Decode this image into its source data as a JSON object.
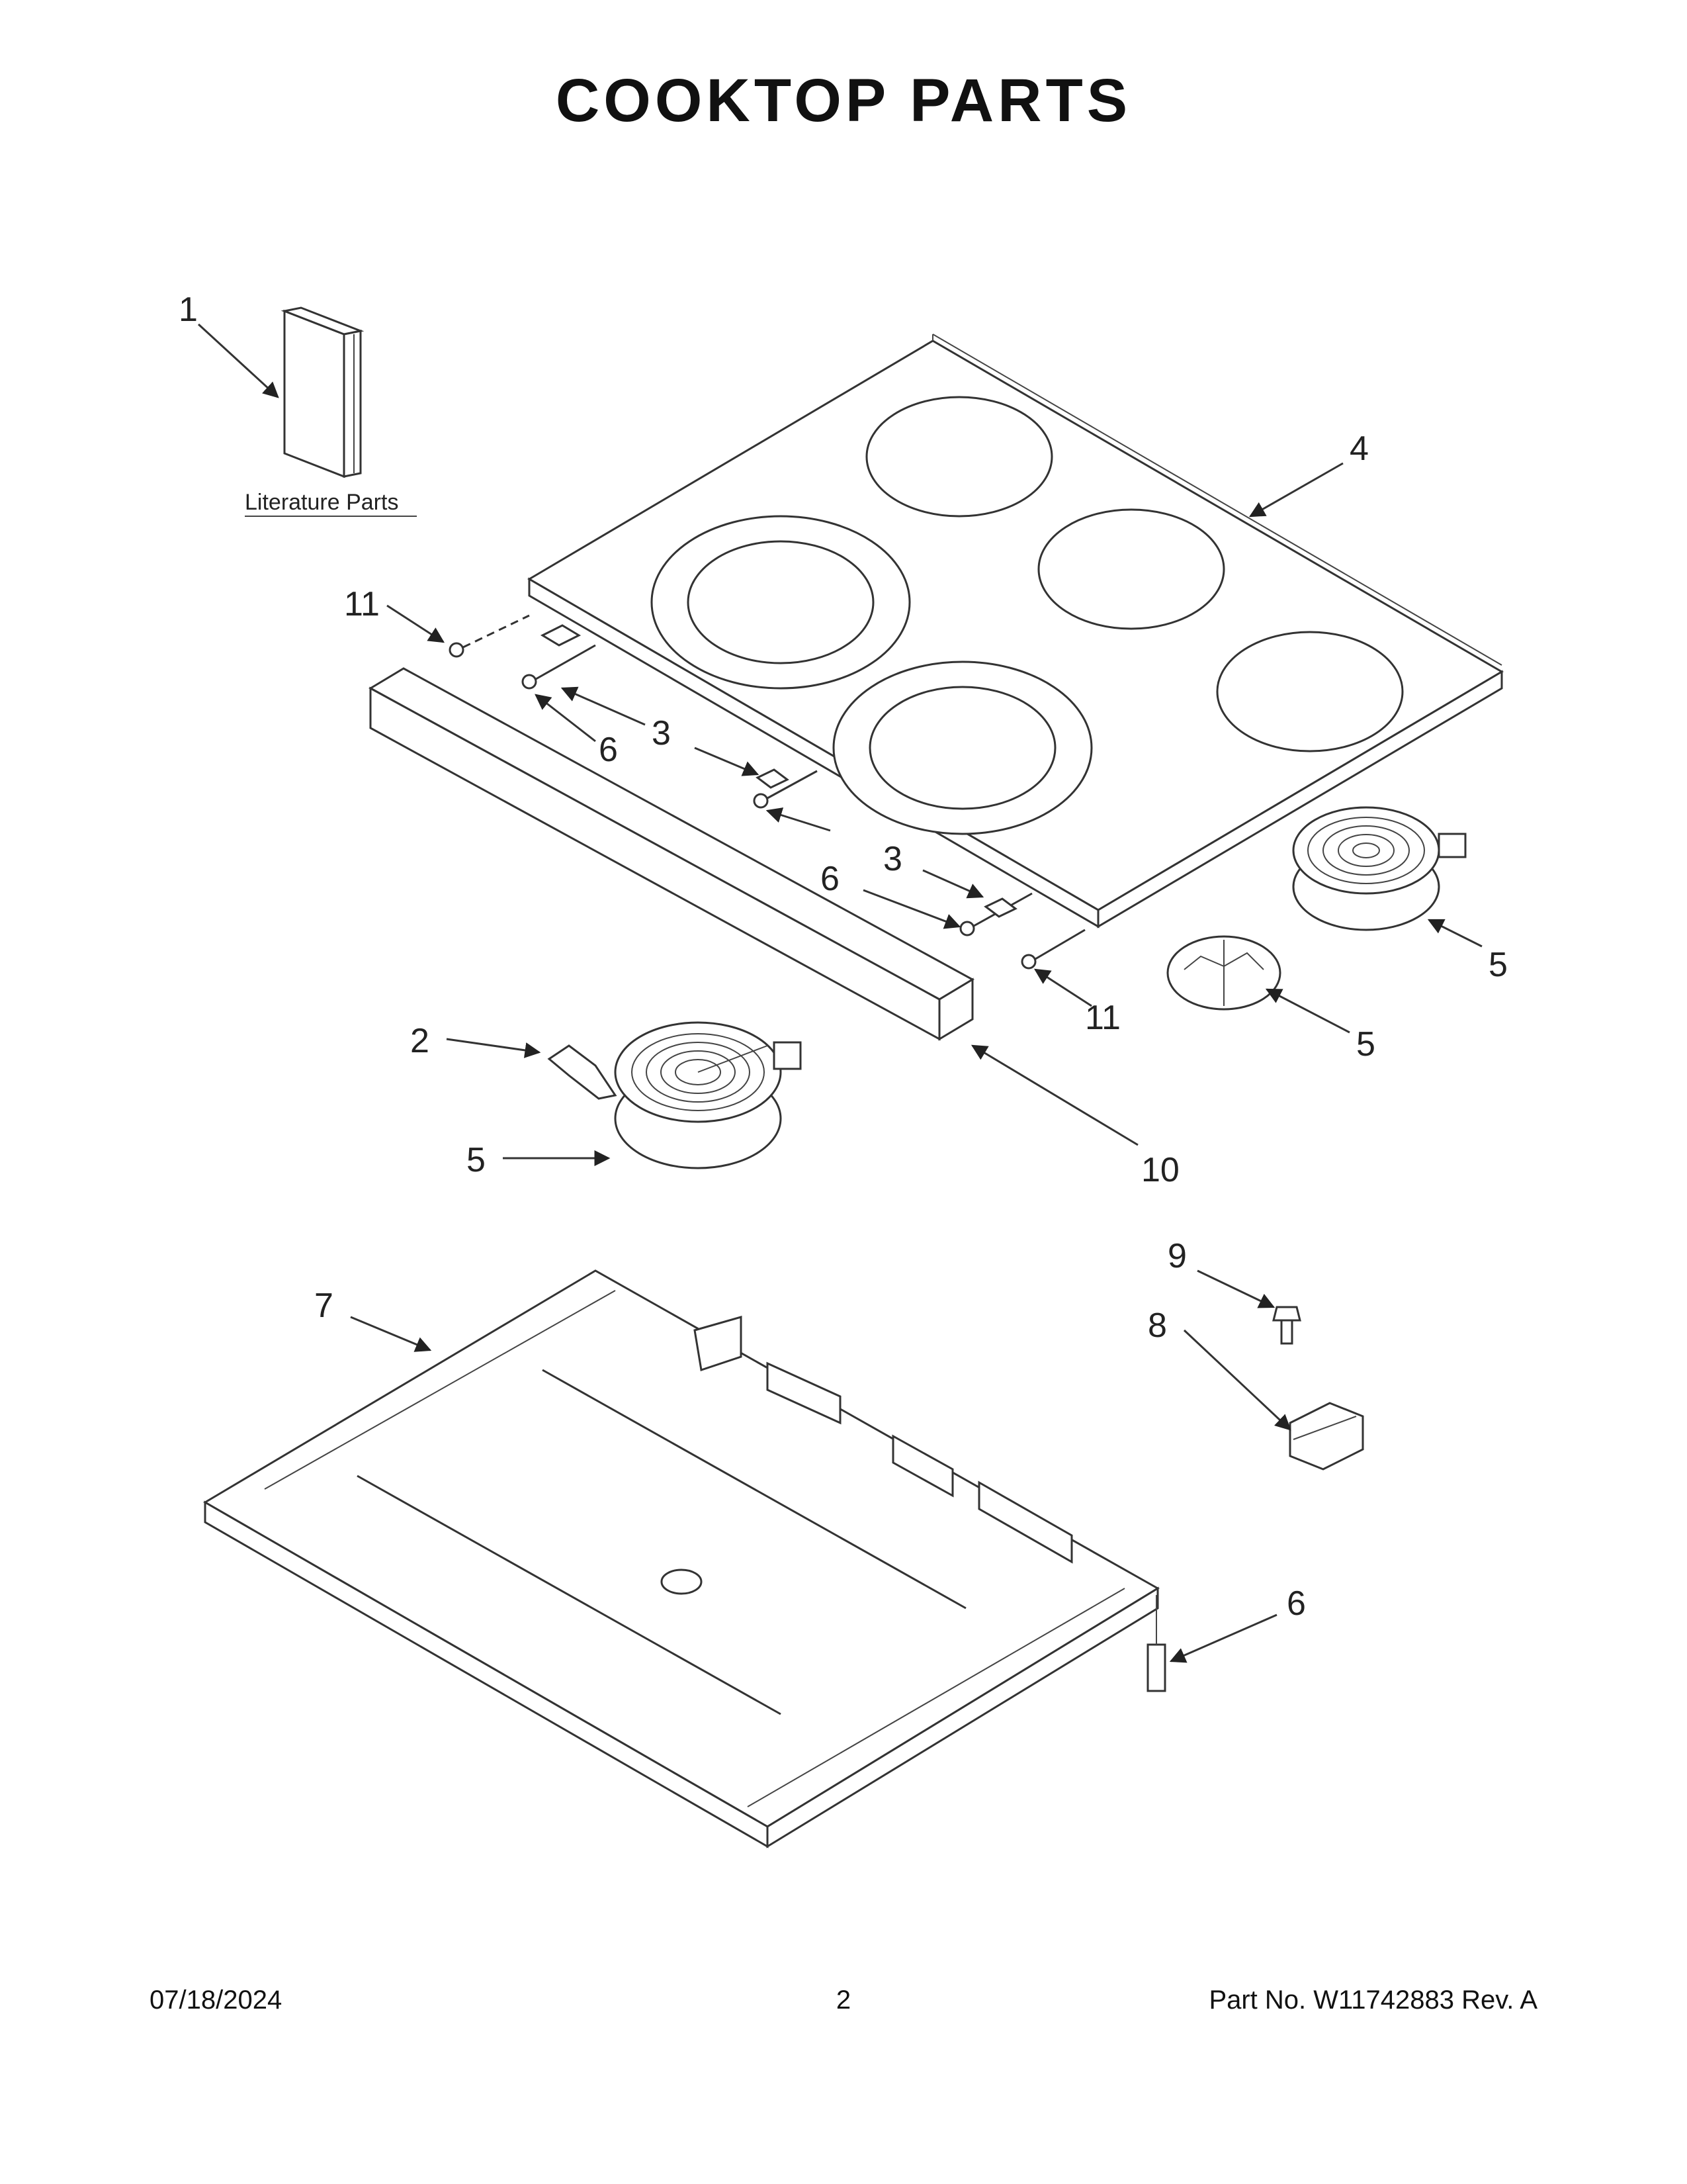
{
  "header": {
    "title": "COOKTOP PARTS"
  },
  "diagram": {
    "literature_label": "Literature Parts",
    "callouts": {
      "c1": "1",
      "c2": "2",
      "c3a": "3",
      "c3b": "3",
      "c4": "4",
      "c5a": "5",
      "c5b": "5",
      "c5c": "5",
      "c6a": "6",
      "c6b": "6",
      "c6c": "6",
      "c7": "7",
      "c8": "8",
      "c9": "9",
      "c10": "10",
      "c11a": "11",
      "c11b": "11"
    }
  },
  "footer": {
    "date": "07/18/2024",
    "page_number": "2",
    "part_number": "Part No.  W11742883  Rev.  A"
  }
}
